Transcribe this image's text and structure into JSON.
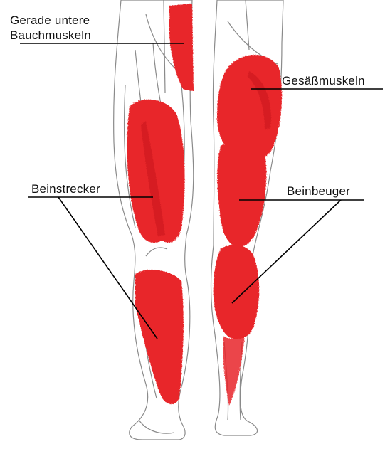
{
  "labels": {
    "rectus": [
      "Gerade untere",
      "Bauchmuskeln"
    ],
    "glutes": "Gesäßmuskeln",
    "quads": "Beinstrecker",
    "hamstrings": "Beinbeuger"
  },
  "colors": {
    "muscle": "#e8262a",
    "muscle_dark": "#c0161b",
    "outline": "#8a8a8a",
    "leader": "#000000",
    "background": "#ffffff"
  }
}
